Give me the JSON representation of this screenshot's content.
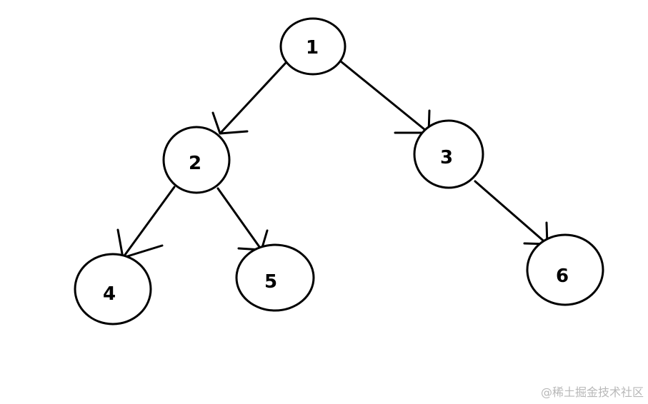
{
  "diagram": {
    "type": "binary-tree",
    "nodes": [
      {
        "id": "1",
        "label": "1"
      },
      {
        "id": "2",
        "label": "2"
      },
      {
        "id": "3",
        "label": "3"
      },
      {
        "id": "4",
        "label": "4"
      },
      {
        "id": "5",
        "label": "5"
      },
      {
        "id": "6",
        "label": "6"
      }
    ],
    "edges": [
      {
        "from": "1",
        "to": "2"
      },
      {
        "from": "1",
        "to": "3"
      },
      {
        "from": "2",
        "to": "4"
      },
      {
        "from": "2",
        "to": "5"
      },
      {
        "from": "3",
        "to": "6"
      }
    ]
  },
  "watermark": {
    "text": "@稀土掘金技术社区"
  }
}
